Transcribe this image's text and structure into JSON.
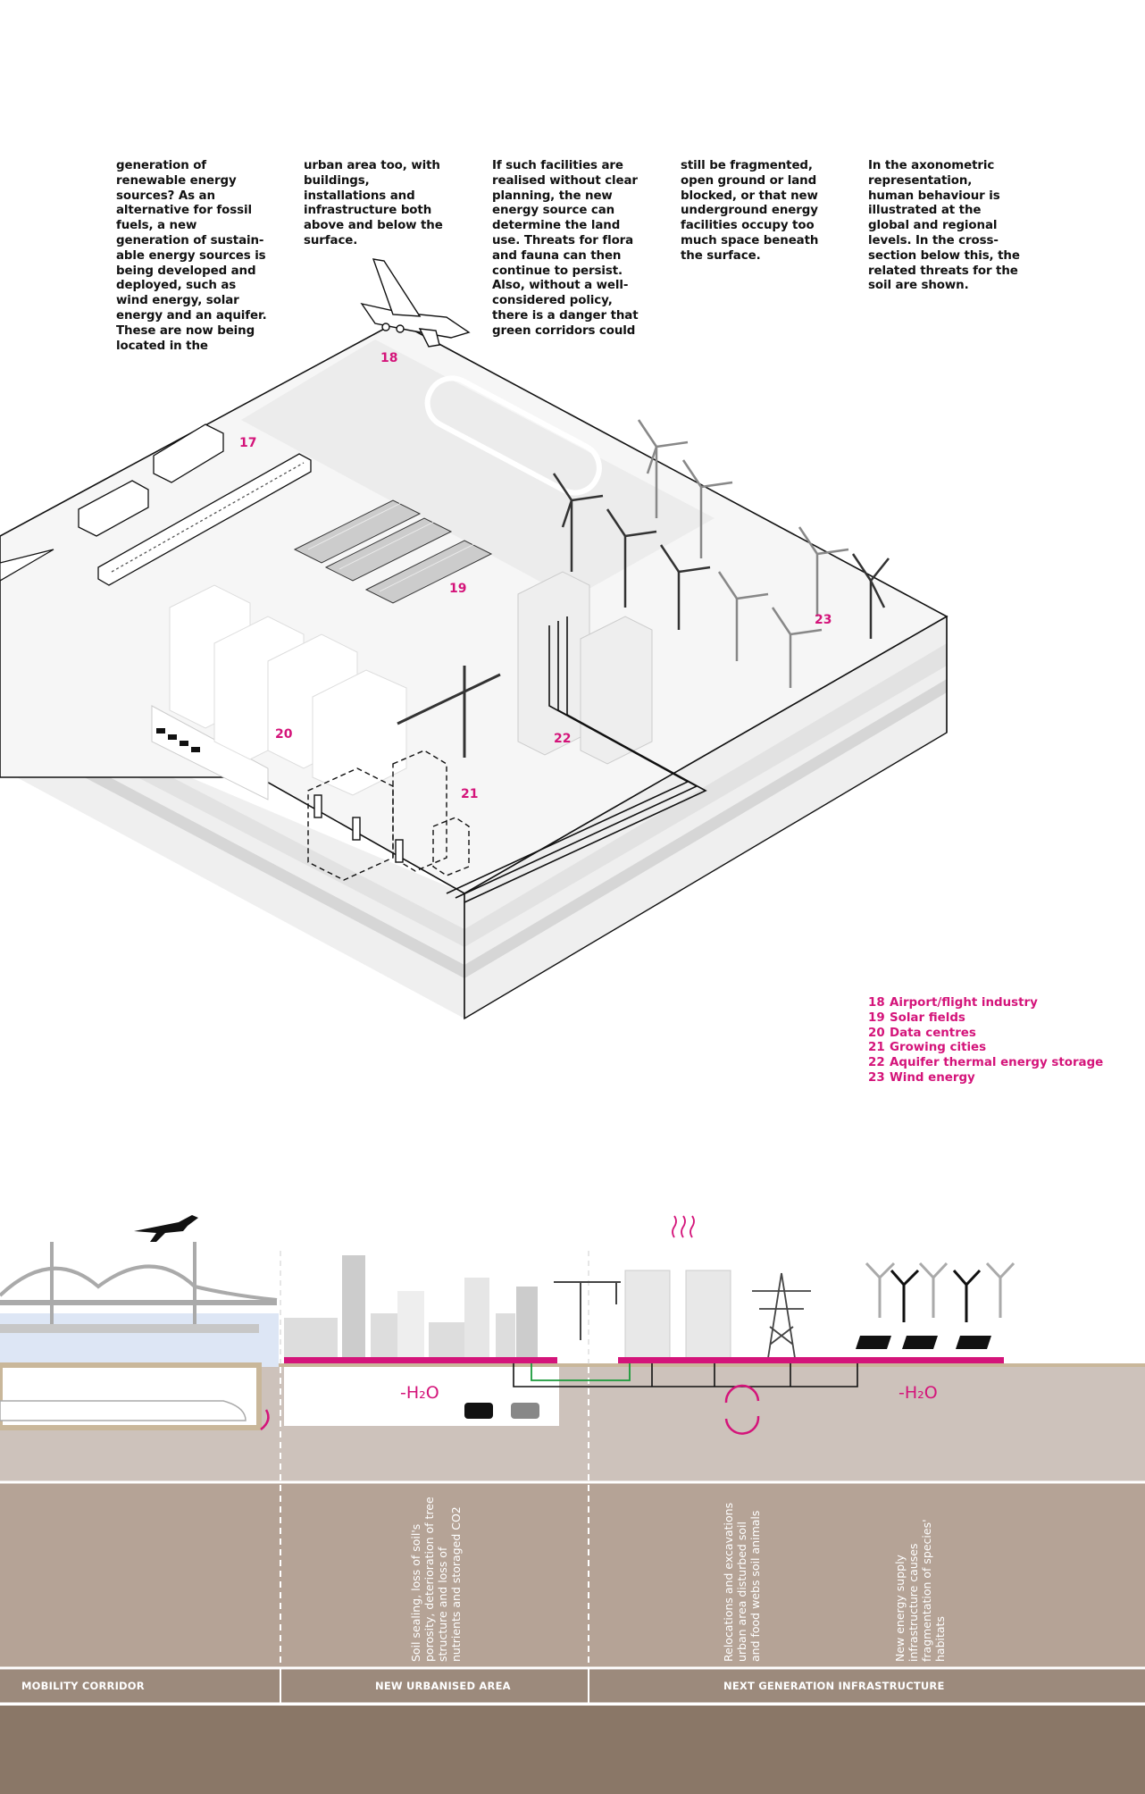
{
  "columns": [
    "generation of renewable energy sources? As an alternative for fossil fuels, a new generation of sustain-able energy sources is being developed and deployed, such as wind energy, solar energy and an aquifer. These are now being located in the",
    "urban area too, with buildings, installations and infrastructure both above and below the surface.",
    "If such facilities are realised without clear planning, the new energy source can determine the land use. Threats for flora and fauna can then continue to persist. Also, without a well-considered policy, there is a danger that green corridors could",
    "still be fragmented, open ground or land blocked, or that new underground energy facilities occupy too much space beneath the surface.",
    "In the axonometric representation, human behaviour is illustrated at the global and regional levels. In the cross-section below this, the related threats for the soil are shown."
  ],
  "markers": {
    "m17": "17",
    "m18": "18",
    "m19": "19",
    "m20": "20",
    "m21": "21",
    "m22": "22",
    "m23": "23"
  },
  "legend": [
    {
      "num": "18",
      "label": "Airport/flight industry"
    },
    {
      "num": "19",
      "label": "Solar fields"
    },
    {
      "num": "20",
      "label": "Data centres"
    },
    {
      "num": "21",
      "label": "Growing cities"
    },
    {
      "num": "22",
      "label": "Aquifer thermal energy storage"
    },
    {
      "num": "23",
      "label": "Wind energy"
    }
  ],
  "section": {
    "h2o_left": "-H₂O",
    "h2o_right": "-H₂O",
    "threat_urban": [
      "Soil sealing, loss of soil's",
      "porosity, deterioration of tree",
      "structure and loss of",
      "nutrients and storaged CO2"
    ],
    "threat_reloc": [
      "Relocations and excavations",
      "urban area disturbed soil",
      "and food webs soil animals"
    ],
    "threat_energy": [
      "New energy supply",
      "infrastructure causes",
      "fragmentation of species'",
      "habitats"
    ],
    "zones": [
      "MOBILITY CORRIDOR",
      "NEW URBANISED AREA",
      "NEXT GENERATION INFRASTRUCTURE"
    ]
  },
  "colors": {
    "accent": "#d4147a",
    "soil_light": "#cdc2bb",
    "soil_mid": "#b5a396",
    "soil_dark": "#9c8a7c",
    "soil_deep": "#8a7767"
  }
}
